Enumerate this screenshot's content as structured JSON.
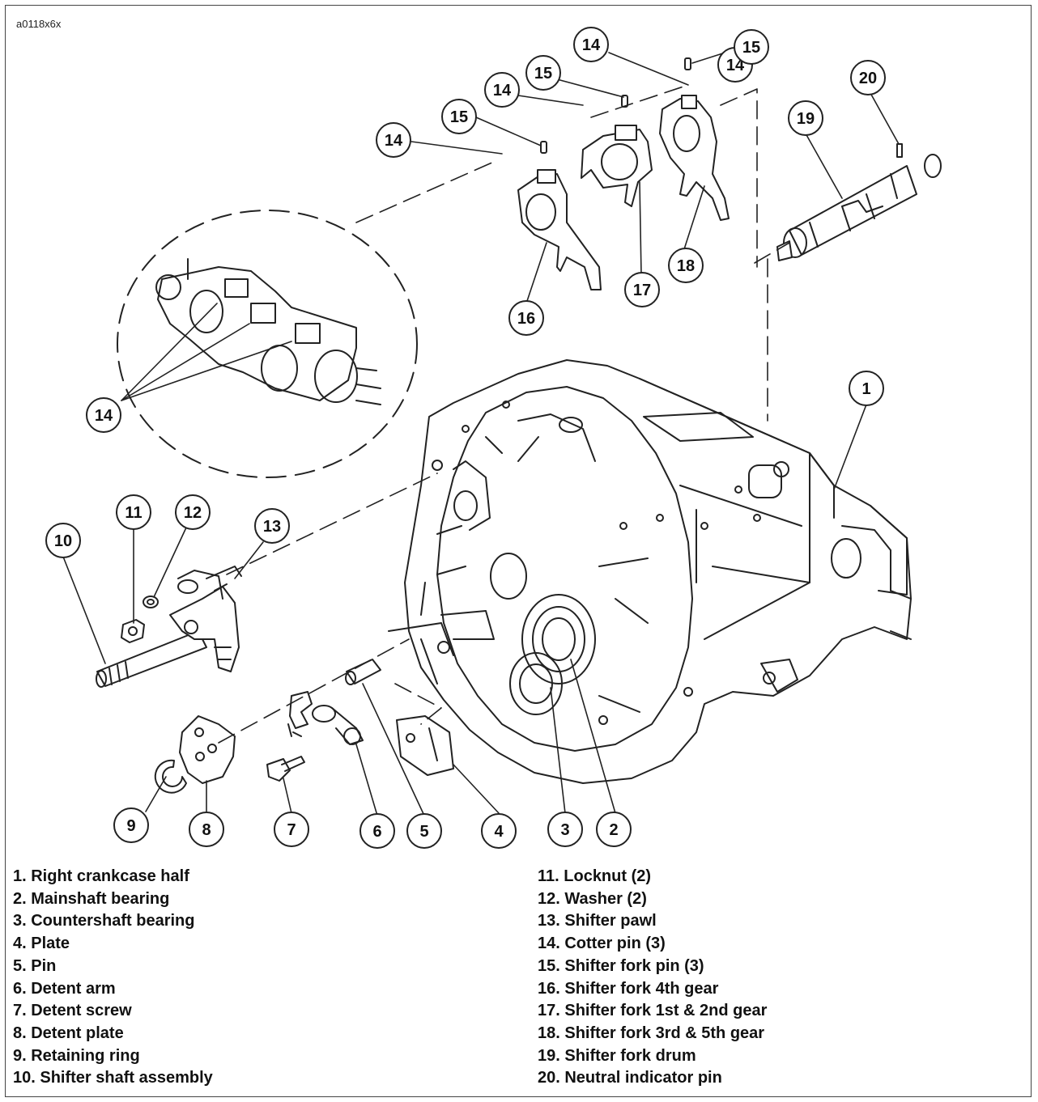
{
  "figure_id": "a0118x6x",
  "callouts": [
    {
      "n": "1"
    },
    {
      "n": "2"
    },
    {
      "n": "3"
    },
    {
      "n": "4"
    },
    {
      "n": "5"
    },
    {
      "n": "6"
    },
    {
      "n": "7"
    },
    {
      "n": "8"
    },
    {
      "n": "9"
    },
    {
      "n": "10"
    },
    {
      "n": "11"
    },
    {
      "n": "12"
    },
    {
      "n": "13"
    },
    {
      "n": "14"
    },
    {
      "n": "14"
    },
    {
      "n": "14"
    },
    {
      "n": "14"
    },
    {
      "n": "14"
    },
    {
      "n": "15"
    },
    {
      "n": "15"
    },
    {
      "n": "15"
    },
    {
      "n": "16"
    },
    {
      "n": "17"
    },
    {
      "n": "18"
    },
    {
      "n": "19"
    },
    {
      "n": "20"
    }
  ],
  "legend": {
    "left": [
      "1. Right crankcase half",
      "2. Mainshaft bearing",
      "3. Countershaft bearing",
      "4. Plate",
      "5. Pin",
      "6. Detent arm",
      "7. Detent screw",
      "8. Detent plate",
      "9. Retaining ring",
      "10. Shifter shaft assembly"
    ],
    "right": [
      "11. Locknut (2)",
      "12. Washer (2)",
      "13. Shifter pawl",
      "14. Cotter pin (3)",
      "15. Shifter fork pin (3)",
      "16. Shifter fork 4th gear",
      "17. Shifter fork 1st & 2nd gear",
      "18. Shifter fork 3rd & 5th gear",
      "19. Shifter fork drum",
      "20. Neutral indicator pin"
    ]
  }
}
